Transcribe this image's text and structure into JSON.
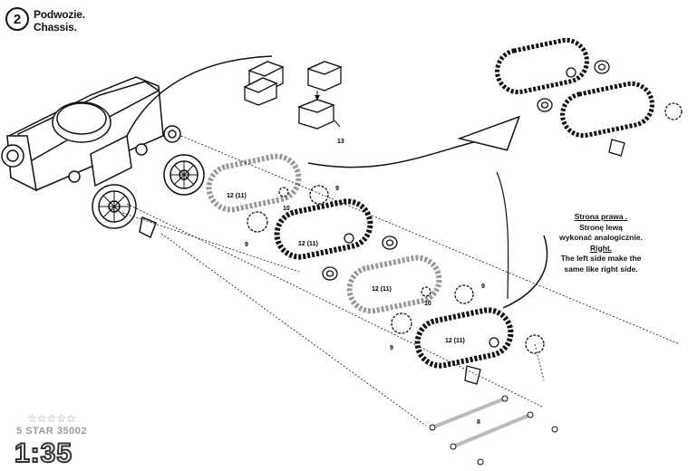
{
  "step": {
    "number": "2",
    "title_pl": "Podwozie.",
    "title_en": "Chassis."
  },
  "note": {
    "line1": "Strona prawa .",
    "line2": "Stronę lewą",
    "line3": "wykonać analogicznie.",
    "line4": "Right.",
    "line5": "The left side make the",
    "line6": "same like right side."
  },
  "part_labels": {
    "p13": "13",
    "p12a": "12 (11)",
    "p12b": "12 (11)",
    "p12c": "12 (11)",
    "p12d": "12 (11)",
    "p10a": "10",
    "p10b": "10",
    "p9a": "9",
    "p9b": "9",
    "p9c": "9",
    "p9d": "9",
    "p8": "8"
  },
  "branding": {
    "stars": "☆☆☆☆☆",
    "brand": "5 STAR 35002",
    "scale": "1:35"
  },
  "colors": {
    "ink": "#111111",
    "brand_gray": "#9a9a9a"
  }
}
